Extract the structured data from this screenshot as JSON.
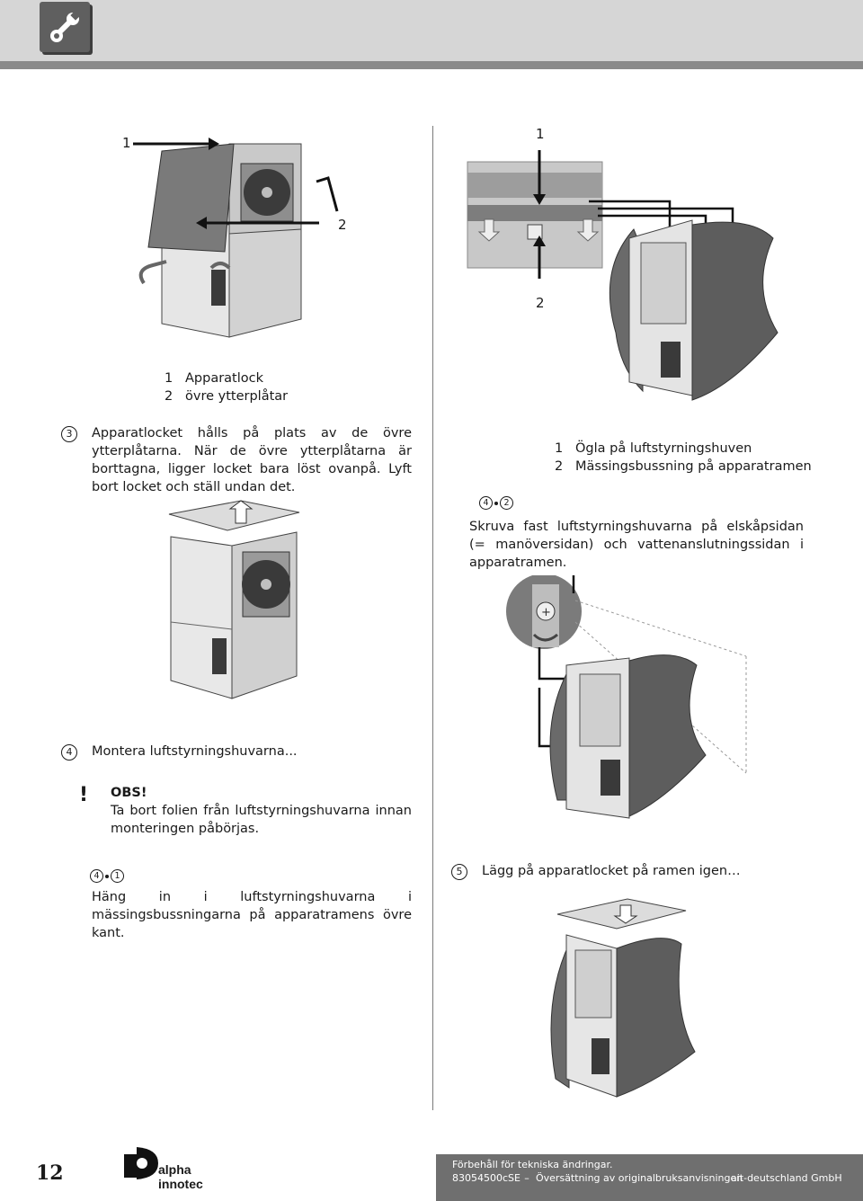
{
  "header": {
    "icon": "wrench-icon"
  },
  "left_col": {
    "fig1": {
      "label_1": "1",
      "label_2": "2"
    },
    "legend": [
      {
        "num": "1",
        "text": "Apparatlock"
      },
      {
        "num": "2",
        "text": "övre ytterplåtar"
      }
    ],
    "step3": {
      "num": "3",
      "text": "Apparatlocket hålls på plats av de övre ytterplåtarna. När de övre ytterplåtarna är borttagna, ligger locket bara löst ovanpå. Lyft bort locket och ställ undan det."
    },
    "step4": {
      "num": "4",
      "text": "Montera luftstyrningshuvarna..."
    },
    "obs": {
      "mark": "!",
      "title": "OBS!",
      "text": "Ta bort folien från luftstyrningshuvarna innan monteringen påbörjas."
    },
    "step41": {
      "a": "4",
      "b": "1",
      "text": "Häng in i luftstyrningshuvarna i mässingsbussningarna på apparatramens övre kant."
    }
  },
  "right_col": {
    "fig2": {
      "label_1": "1",
      "label_2": "2"
    },
    "legend": [
      {
        "num": "1",
        "text": "Ögla på luftstyrningshuven"
      },
      {
        "num": "2",
        "text": "Mässingsbussning på apparatramen"
      }
    ],
    "step42": {
      "a": "4",
      "b": "2",
      "text": "Skruva fast luftstyrningshuvarna på elskåpsidan (= manöversidan) och vattenanslutningssidan i apparatramen."
    },
    "step5": {
      "num": "5",
      "text": "Lägg på apparatlocket på ramen igen…"
    }
  },
  "footer": {
    "page_number": "12",
    "logo": "alpha innotec",
    "line1": "Förbehåll för tekniska ändringar.",
    "doc_number": "83054500cSE",
    "doc_desc": "Översättning av originalbruksanvisningen",
    "company": "ait-deutschland GmbH"
  }
}
